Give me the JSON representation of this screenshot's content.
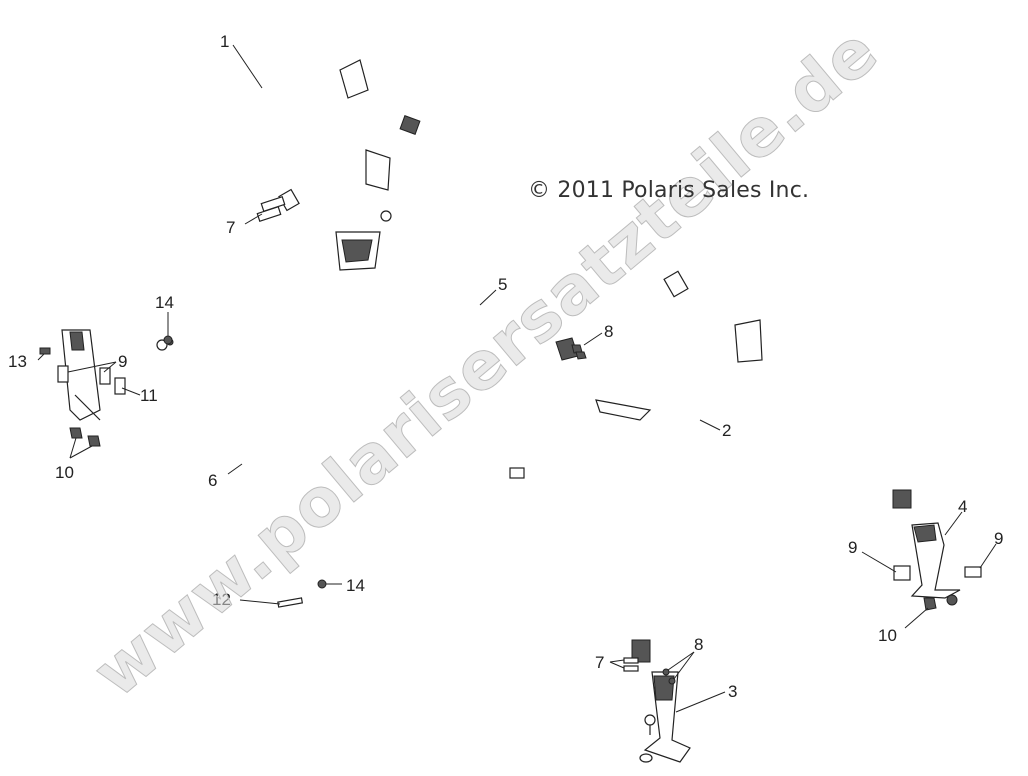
{
  "copyright": "© 2011 Polaris Sales Inc.",
  "watermark": "www.polarisersatzteile.de",
  "callouts": {
    "c1": "1",
    "c2": "2",
    "c3": "3",
    "c4": "4",
    "c5": "5",
    "c6": "6",
    "c7a": "7",
    "c7b": "7",
    "c8a": "8",
    "c8b": "8",
    "c9a": "9",
    "c9b": "9",
    "c9c": "9",
    "c10a": "10",
    "c10b": "10",
    "c11": "11",
    "c12": "12",
    "c13": "13",
    "c14a": "14",
    "c14b": "14"
  }
}
